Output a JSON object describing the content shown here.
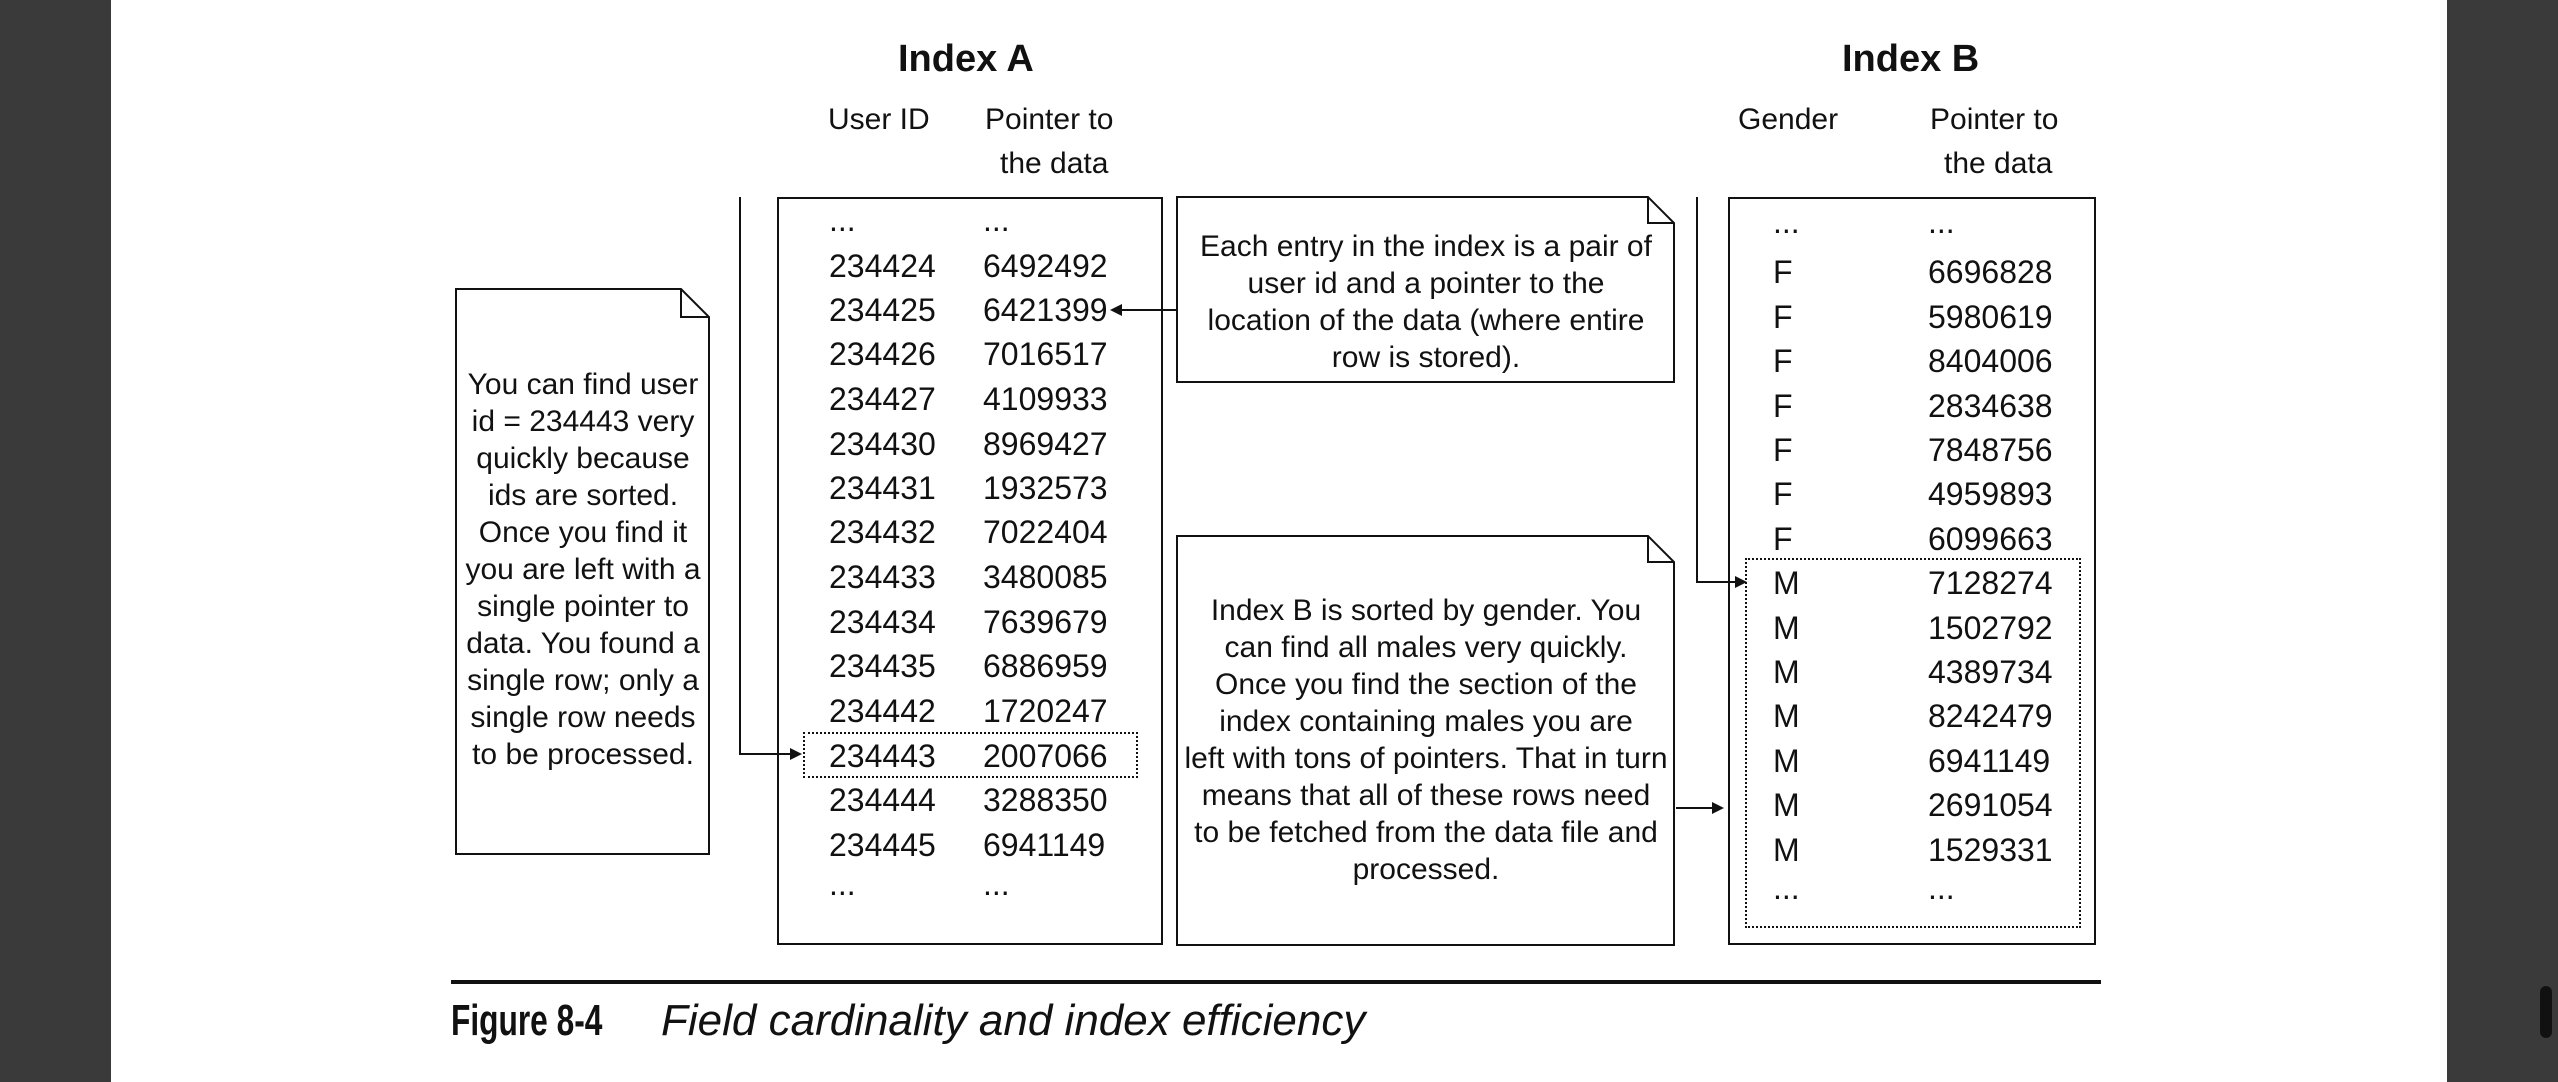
{
  "index_a": {
    "title": "Index A",
    "col_user_id": "User ID",
    "col_pointer_line1": "Pointer to",
    "col_pointer_line2": "the data",
    "rows": [
      {
        "id": "...",
        "ptr": "..."
      },
      {
        "id": "234424",
        "ptr": "6492492"
      },
      {
        "id": "234425",
        "ptr": "6421399"
      },
      {
        "id": "234426",
        "ptr": "7016517"
      },
      {
        "id": "234427",
        "ptr": "4109933"
      },
      {
        "id": "234430",
        "ptr": "8969427"
      },
      {
        "id": "234431",
        "ptr": "1932573"
      },
      {
        "id": "234432",
        "ptr": "7022404"
      },
      {
        "id": "234433",
        "ptr": "3480085"
      },
      {
        "id": "234434",
        "ptr": "7639679"
      },
      {
        "id": "234435",
        "ptr": "6886959"
      },
      {
        "id": "234442",
        "ptr": "1720247"
      },
      {
        "id": "234443",
        "ptr": "2007066"
      },
      {
        "id": "234444",
        "ptr": "3288350"
      },
      {
        "id": "234445",
        "ptr": "6941149"
      },
      {
        "id": "...",
        "ptr": "..."
      }
    ]
  },
  "index_b": {
    "title": "Index B",
    "col_gender": "Gender",
    "col_pointer_line1": "Pointer to",
    "col_pointer_line2": "the data",
    "rows": [
      {
        "g": "...",
        "ptr": "..."
      },
      {
        "g": "F",
        "ptr": "6696828"
      },
      {
        "g": "F",
        "ptr": "5980619"
      },
      {
        "g": "F",
        "ptr": "8404006"
      },
      {
        "g": "F",
        "ptr": "2834638"
      },
      {
        "g": "F",
        "ptr": "7848756"
      },
      {
        "g": "F",
        "ptr": "4959893"
      },
      {
        "g": "F",
        "ptr": "6099663"
      },
      {
        "g": "M",
        "ptr": "7128274"
      },
      {
        "g": "M",
        "ptr": "1502792"
      },
      {
        "g": "M",
        "ptr": "4389734"
      },
      {
        "g": "M",
        "ptr": "8242479"
      },
      {
        "g": "M",
        "ptr": "6941149"
      },
      {
        "g": "M",
        "ptr": "2691054"
      },
      {
        "g": "M",
        "ptr": "1529331"
      },
      {
        "g": "...",
        "ptr": "..."
      }
    ]
  },
  "notes": {
    "left": [
      "You can find user",
      "id = 234443 very",
      "quickly because",
      "ids are sorted.",
      "Once you find it",
      "you are left with a",
      "single pointer to",
      "data. You found a",
      "single row; only a",
      "single row needs",
      "to be processed."
    ],
    "top_middle": [
      "Each entry in the index is a pair of",
      "user id and a pointer to the",
      "location of the data (where entire",
      "row is stored)."
    ],
    "bottom_middle": [
      "Index B is sorted by gender. You",
      "can find all males very quickly.",
      "Once you find the section of the",
      "index containing males you are",
      "left with tons of pointers. That in turn",
      "means that all of these rows need",
      "to be fetched from the data file and",
      "processed."
    ]
  },
  "caption": {
    "label": "Figure 8-4",
    "title": "Field cardinality and index efficiency"
  }
}
